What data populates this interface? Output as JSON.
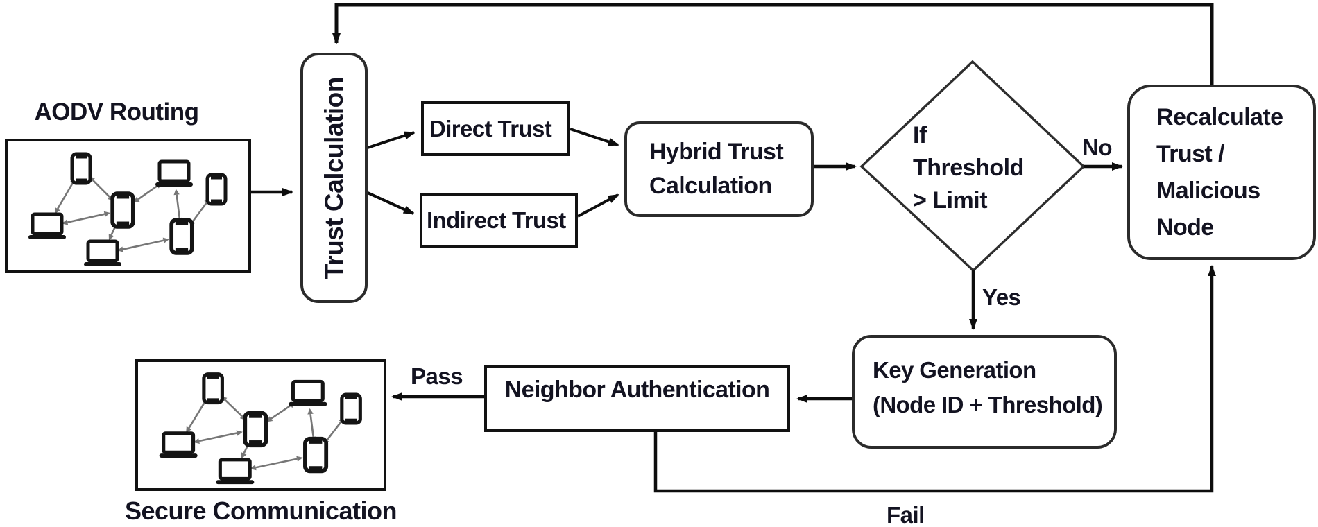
{
  "diagram": {
    "title_labels": {
      "aodv": "AODV Routing",
      "secure": "Secure Communication"
    },
    "nodes": {
      "trust_calculation": "Trust Calculation",
      "direct_trust": "Direct Trust",
      "indirect_trust": "Indirect Trust",
      "hybrid_trust": [
        "Hybrid Trust",
        "Calculation"
      ],
      "decision": [
        "If",
        "Threshold",
        "> Limit"
      ],
      "recalculate": [
        "Recalculate",
        "Trust /",
        "Malicious",
        "Node"
      ],
      "key_generation": [
        "Key Generation",
        "(Node ID + Threshold)"
      ],
      "neighbor_authentication": "Neighbor Authentication"
    },
    "edge_labels": {
      "no": "No",
      "yes": "Yes",
      "pass": "Pass",
      "fail": "Fail"
    },
    "icons": {
      "phone": "phone-icon",
      "laptop": "laptop-icon"
    },
    "colors": {
      "background": "#ffffff",
      "line": "#0d0d0d",
      "box_border": "#121212",
      "rounded_border": "#2b2b2b",
      "text": "#131321",
      "network_edge": "#767676",
      "device": "#141414"
    }
  }
}
